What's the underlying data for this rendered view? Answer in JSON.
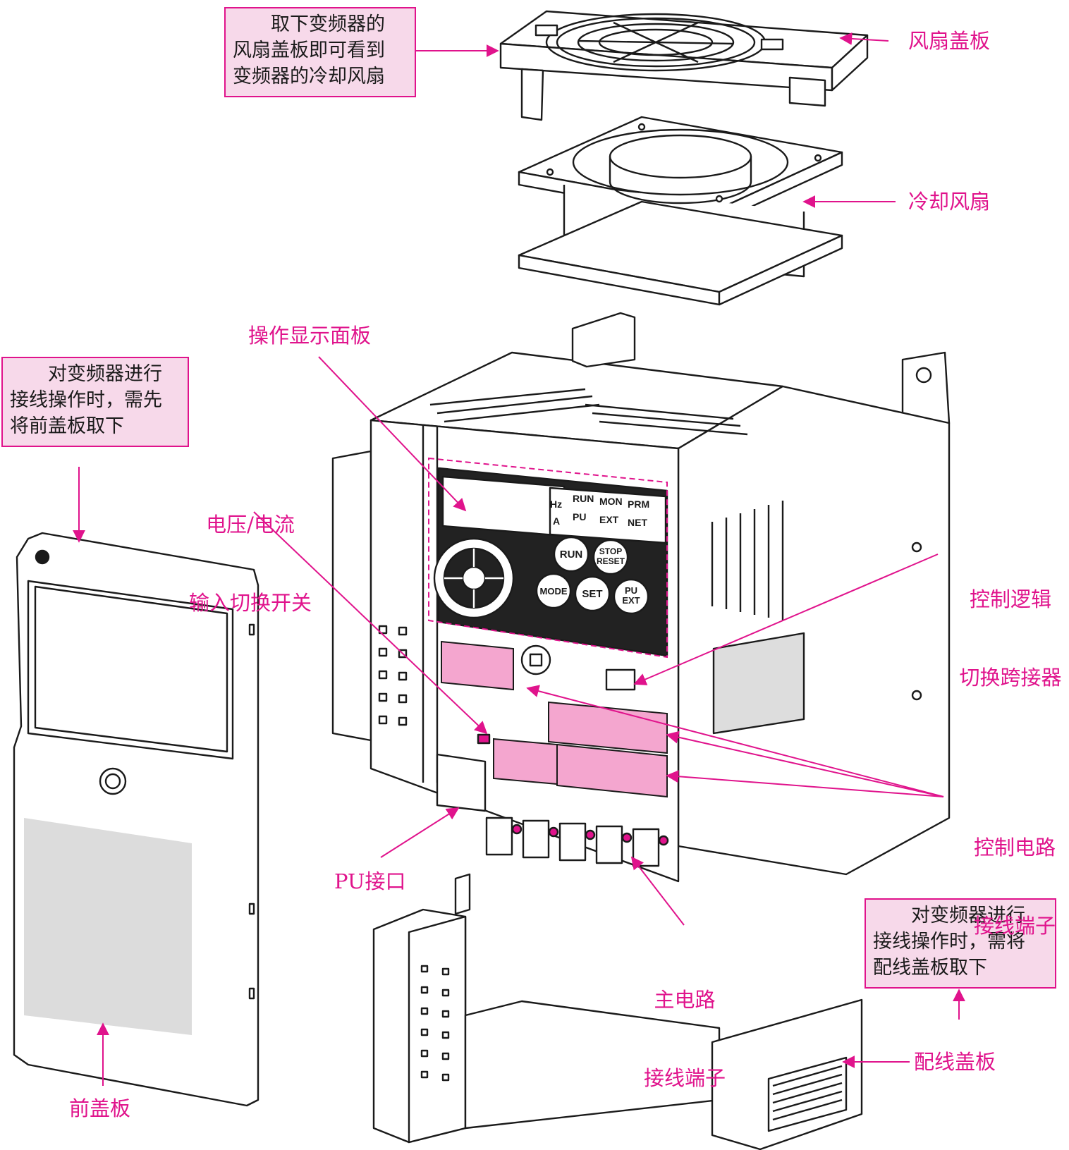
{
  "notes": {
    "fan_cover": [
      "取下变频器的",
      "风扇盖板即可看到",
      "变频器的冷却风扇"
    ],
    "front_cover": [
      "对变频器进行",
      "接线操作时，需先",
      "将前盖板取下"
    ],
    "wiring_cover": [
      "对变频器进行",
      "接线操作时，需将",
      "配线盖板取下"
    ]
  },
  "labels": {
    "fan_cover": "风扇盖板",
    "cooling_fan": "冷却风扇",
    "operation_panel": "操作显示面板",
    "vi_switch": [
      "电压/电流",
      "输入切换开关"
    ],
    "control_jumper": [
      "控制逻辑",
      "切换跨接器"
    ],
    "control_terminals": [
      "控制电路",
      "接线端子"
    ],
    "pu_port": "PU接口",
    "main_terminals": [
      "主电路",
      "接线端子"
    ],
    "wiring_cover": "配线盖板",
    "front_cover": "前盖板"
  },
  "panel": {
    "hz": "Hz",
    "a": "A",
    "run_led": "RUN",
    "mon_led": "MON",
    "prm_led": "PRM",
    "pu_led": "PU",
    "ext_led": "EXT",
    "net_led": "NET",
    "run_btn": "RUN",
    "stop_btn": [
      "STOP",
      "RESET"
    ],
    "mode_btn": "MODE",
    "set_btn": "SET",
    "puext_btn": [
      "PU",
      "EXT"
    ]
  },
  "colors": {
    "accent": "#e0138c",
    "note_bg": "#f7d9ea",
    "line": "#1a1a1a",
    "highlight": "#f4a6cf"
  }
}
